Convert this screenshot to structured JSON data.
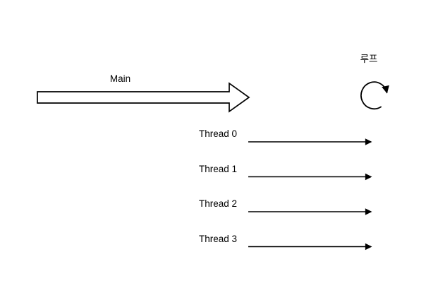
{
  "canvas": {
    "background": "#ffffff",
    "stroke_color": "#000000",
    "text_color": "#000000"
  },
  "main_flow": {
    "label": "Main",
    "shape": "hollow-block-arrow-right"
  },
  "loop": {
    "label": "루프",
    "icon": "circular-loop-arrow"
  },
  "threads": [
    {
      "label": "Thread 0"
    },
    {
      "label": "Thread 1"
    },
    {
      "label": "Thread 2"
    },
    {
      "label": "Thread 3"
    }
  ]
}
